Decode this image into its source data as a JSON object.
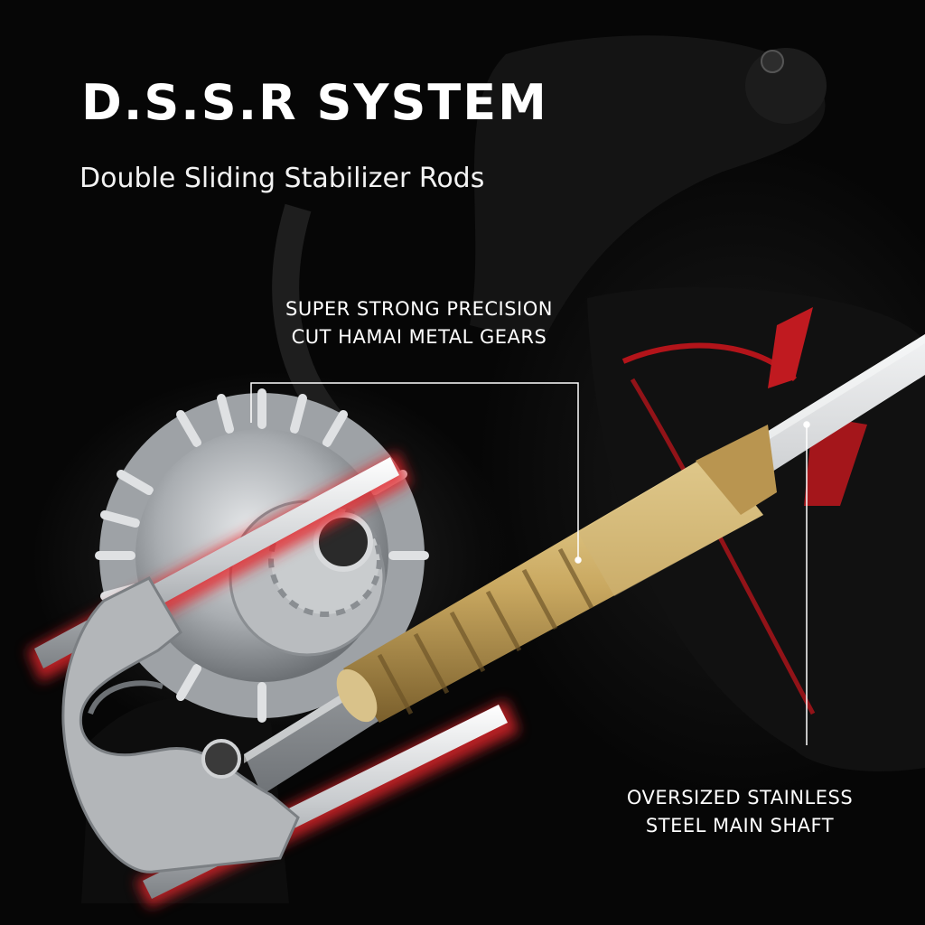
{
  "header": {
    "title": "D.S.S.R SYSTEM",
    "subtitle": "Double Sliding Stabilizer Rods"
  },
  "callouts": {
    "gears": {
      "line1": "SUPER STRONG PRECISION",
      "line2": "CUT HAMAI METAL GEARS"
    },
    "shaft": {
      "line1": "OVERSIZED STAINLESS",
      "line2": "STEEL MAIN SHAFT"
    }
  },
  "colors": {
    "background": "#060606",
    "accent_red": "#e3262b",
    "brass": "#c9a860",
    "steel": "#c4c7ca",
    "text": "#ffffff"
  }
}
